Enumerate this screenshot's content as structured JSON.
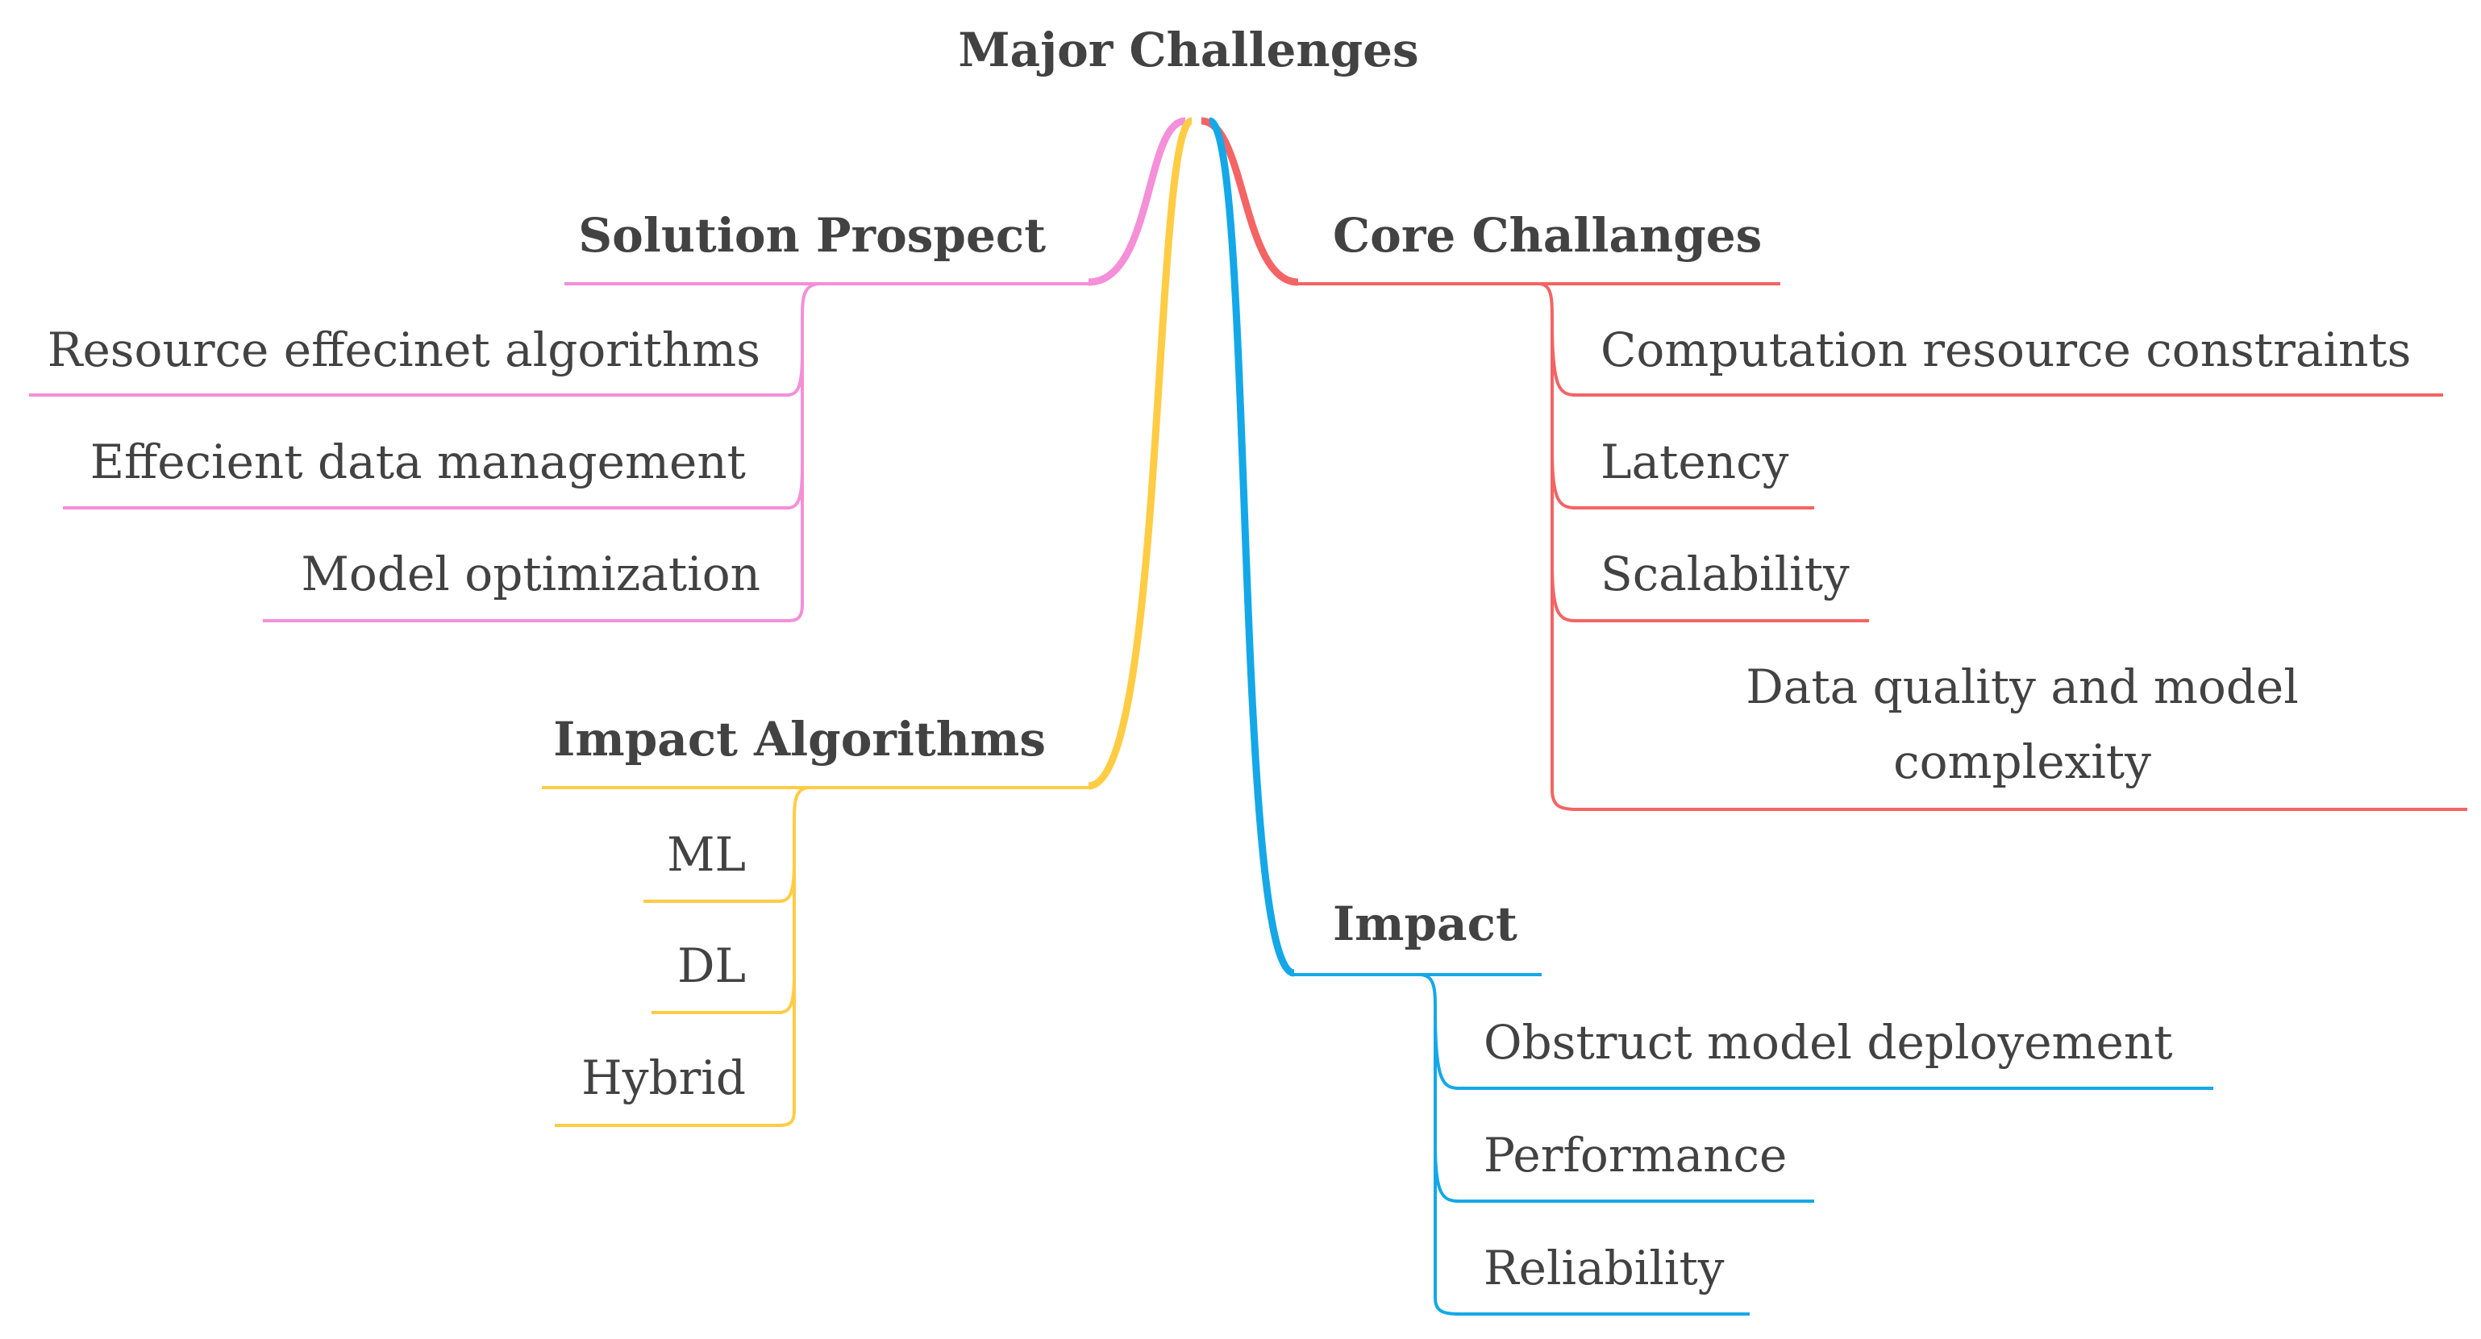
{
  "diagram": {
    "root": {
      "label": "Major Challenges"
    },
    "branches": [
      {
        "key": "solution_prospect",
        "label": "Solution Prospect",
        "color": "#F48FD8",
        "children": [
          "Resource effecinet algorithms",
          "Effecient data management",
          "Model optimization"
        ]
      },
      {
        "key": "core_challanges",
        "label": "Core Challanges",
        "color": "#F46464",
        "children": [
          "Computation resource constraints",
          "Latency",
          "Scalability",
          "Data quality and model\ncomplexity"
        ]
      },
      {
        "key": "impact_algorithms",
        "label": "Impact Algorithms",
        "color": "#FFCC44",
        "children": [
          "ML",
          "DL",
          "Hybrid"
        ]
      },
      {
        "key": "impact",
        "label": "Impact",
        "color": "#14A8E8",
        "children": [
          "Obstruct model deployement",
          "Performance",
          "Reliability"
        ]
      }
    ]
  }
}
